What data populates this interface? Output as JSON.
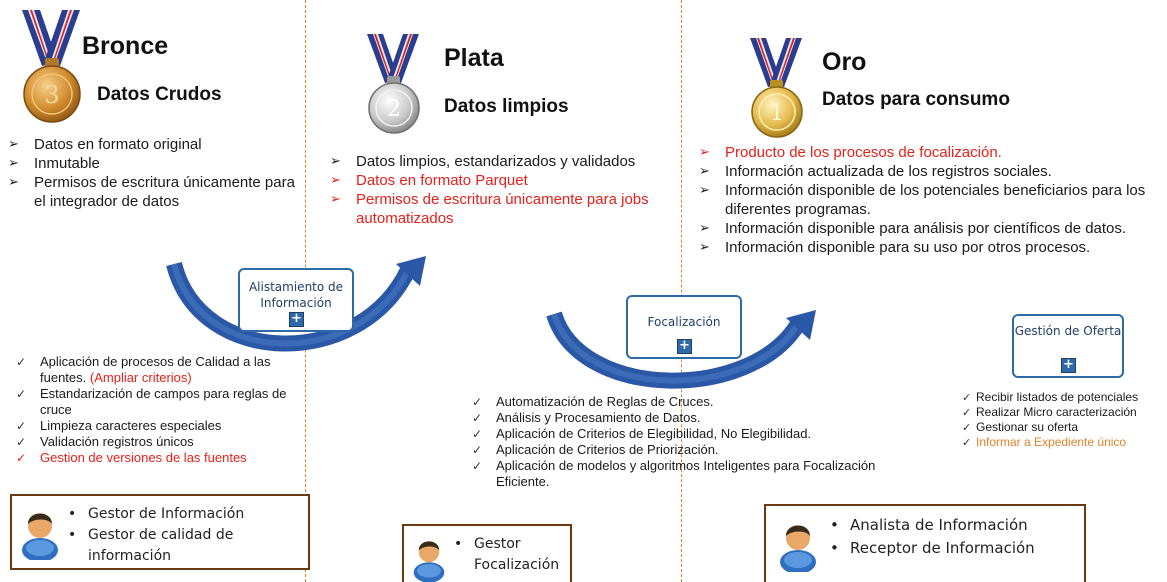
{
  "colors": {
    "accent_red": "#e8201b",
    "process_blue": "#2f6aa8",
    "arrow_blue": "#2a57a6",
    "divider_orange": "#e0842c",
    "role_border": "#6b3a12"
  },
  "tiers": {
    "bronce": {
      "title": "Bronce",
      "subtitle": "Datos Crudos",
      "medal_number": "3",
      "icon": "bronze-medal-icon",
      "bullets": [
        {
          "text": "Datos en formato original"
        },
        {
          "text": "Inmutable"
        },
        {
          "text": "Permisos de escritura únicamente para el integrador de datos"
        }
      ]
    },
    "plata": {
      "title": "Plata",
      "subtitle": "Datos limpios",
      "medal_number": "2",
      "icon": "silver-medal-icon",
      "bullets": [
        {
          "text": "Datos limpios, estandarizados y validados"
        },
        {
          "text": "Datos en formato Parquet"
        },
        {
          "text": "Permisos de escritura únicamente para jobs automatizados"
        }
      ]
    },
    "oro": {
      "title": "Oro",
      "subtitle": "Datos para consumo",
      "medal_number": "1",
      "icon": "gold-medal-icon",
      "bullets": [
        {
          "text": "Producto de los procesos de focalización."
        },
        {
          "text": "Información actualizada de los registros sociales."
        },
        {
          "text": "Información disponible de los potenciales beneficiarios para los diferentes programas."
        },
        {
          "text": "Información disponible para análisis por científicos de datos."
        },
        {
          "text": "Información disponible para su uso por otros procesos."
        }
      ]
    }
  },
  "processes": {
    "alistamiento": {
      "label": "Alistamiento de Información",
      "activities": [
        {
          "text": "Aplicación de procesos de Calidad a las fuentes.",
          "note": "(Ampliar criterios)"
        },
        {
          "text": "Estandarización de campos para reglas de cruce"
        },
        {
          "text": "Limpieza caracteres especiales"
        },
        {
          "text": "Validación registros únicos"
        },
        {
          "text": "Gestion de versiones de las fuentes"
        }
      ]
    },
    "focalizacion": {
      "label": "Focalización",
      "activities": [
        "Automatización de Reglas de Cruces.",
        "Análisis y Procesamiento de Datos.",
        "Aplicación de Criterios de Elegibilidad, No Elegibilidad.",
        "Aplicación de Criterios de Priorización.",
        "Aplicación de modelos y algoritmos Inteligentes para Focalización Eficiente."
      ]
    },
    "gestion_oferta": {
      "label": "Gestión de Oferta",
      "activities": [
        "Recibir listados de potenciales",
        "Realizar Micro caracterización",
        "Gestionar su oferta",
        "Informar a Expediente único"
      ]
    }
  },
  "roles": {
    "bronce": [
      "Gestor de Información",
      "Gestor de calidad de información"
    ],
    "plata": [
      "Gestor Focalización"
    ],
    "oro": [
      "Analista de Información",
      "Receptor de Información"
    ]
  }
}
